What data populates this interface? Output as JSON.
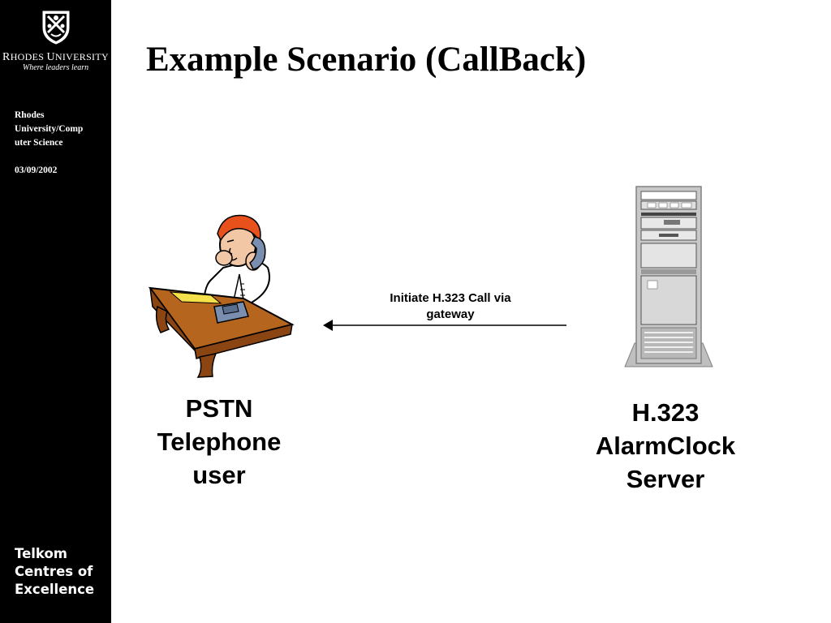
{
  "sidebar": {
    "university_name_parts": [
      "R",
      "HODES ",
      "U",
      "NIVERSITY"
    ],
    "tagline": "Where leaders learn",
    "department_line1": "Rhodes",
    "department_line2": "University/Comp",
    "department_line3": "uter Science",
    "date": "03/09/2002",
    "footer_line1": "Telkom",
    "footer_line2": "Centres of",
    "footer_line3": "Excellence"
  },
  "slide": {
    "title": "Example Scenario (CallBack)"
  },
  "diagram": {
    "nodes": {
      "pstn_line1": "PSTN",
      "pstn_line2": "Telephone",
      "pstn_line3": "user",
      "server_line1": "H.323",
      "server_line2": "AlarmClock",
      "server_line3": "Server"
    },
    "edge": {
      "label_line1": "Initiate H.323 Call via",
      "label_line2": "gateway",
      "direction": "server-to-user"
    }
  },
  "colors": {
    "sidebar_bg": "#000000",
    "desk": "#b5651d",
    "hair": "#e8501c",
    "server_body": "#c8c8c8"
  }
}
